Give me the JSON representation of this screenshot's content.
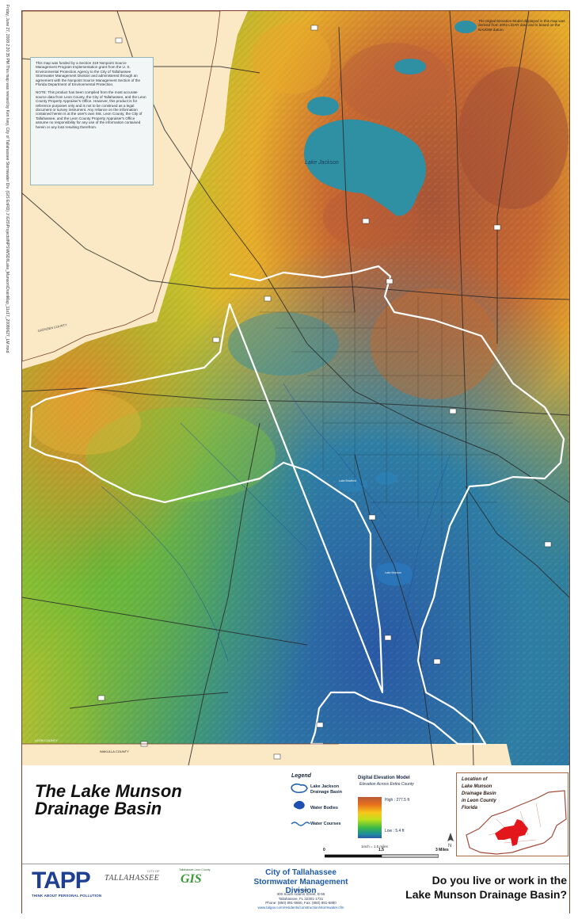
{
  "side_stamp": "Friday, June 27, 2008 2:20:35 PM This map was revised by Ken Ivey, City of Tallahassee Stormwater Div.  (GIS EnRD) J:\\GIS\\Projects\\NPS\\WSDI\\Lake_Munson\\DrainMap_11x17_20080627_LM.mxd",
  "note_box": {
    "funding": "This map was funded by a Section 319 Nonpoint Source Management Program Implementation grant from the U. S. Environmental Protection Agency to the City of Tallahassee Stormwater Management Division and administered through an agreement with the Nonpoint Source Management Section of the Florida Department of Environmental Protection.",
    "disclaimer": "NOTE: This product has been compiled from the most accurate source data from Leon County, the City of Tallahassee, and the Leon County Property Appraiser's Office. However, this product is for reference purposes only and is not to be construed as a legal document or survey instrument. Any reliance on the information contained herein is at the user's own risk. Leon County, the City of Tallahassee, and the Leon County Property Appraiser's Office assume no responsibility for any use of the information contained herein or any loss resulting therefrom."
  },
  "dem_note": "The Digital Elevation Model displayed in this map was derived from 2002 LiDAR data and is based on the NAVD88 datum.",
  "map_labels": {
    "lake_jackson": "Lake Jackson",
    "lake_bradford": "Lake Bradford",
    "lake_munson": "Lake Munson",
    "leon_county": "LEON COUNTY",
    "wakulla_county": "WAKULLA COUNTY",
    "gadsden_county": "GADSDEN COUNTY"
  },
  "title_line1": "The Lake Munson",
  "title_line2": "Drainage Basin",
  "legend": {
    "title": "Legend",
    "basin": "Lake Jackson Drainage Basin",
    "water_bodies": "Water Bodies",
    "water_courses": "Water Courses"
  },
  "dem": {
    "title": "Digital Elevation Model",
    "subtitle": "Elevation Across Entire County",
    "high": "High : 277.5 ft",
    "low": "Low : 5.4 ft",
    "colors": [
      "#b85a3a",
      "#e66f1c",
      "#f8c61b",
      "#bde01c",
      "#38b94a",
      "#1e8c9c",
      "#2b5aa8"
    ]
  },
  "scale": {
    "inch_label": "1inch = 1.5 miles",
    "zero": "0",
    "mid": "1.5",
    "end": "3 Miles"
  },
  "location_title_1": "Location of",
  "location_title_2": "Lake Munson",
  "location_title_3": "Drainage Basin",
  "location_title_4": "in Leon County",
  "location_title_5": "Florida",
  "footer": {
    "tapp": "TAPP",
    "tapp_sub": "THINK ABOUT PERSONAL POLLUTION",
    "tallahassee": "TALLAHASSEE",
    "city_of": "CITY OF",
    "gis_pre": "Tallahassee-Leon County",
    "gis": "GIS",
    "city": "City of Tallahassee",
    "division": "Stormwater Management Division",
    "addr1": "City Hall",
    "addr2": "300 South Adams Street, B-55",
    "addr3": "Tallahassee, FL 32301-1731",
    "addr4": "Phone: (850) 891-6860, Fax: (850) 891-6880",
    "addr5": "www.talgov.com/residents/construction/stormwater.cfm",
    "question_1": "Do you live or work in the",
    "question_2": "Lake Munson Drainage Basin?"
  }
}
